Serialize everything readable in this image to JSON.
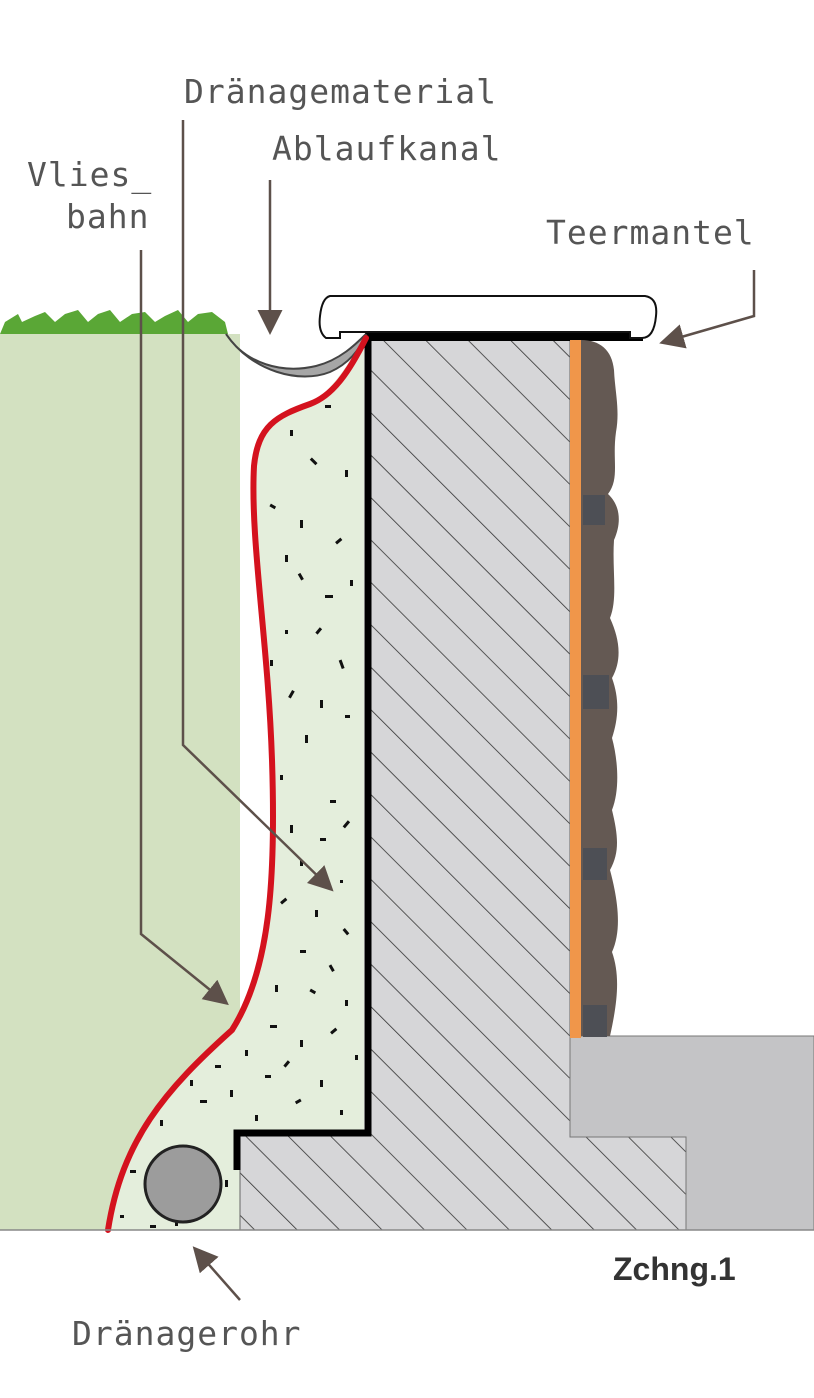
{
  "labels": {
    "drainage_material": "Dränagematerial",
    "drain_channel": "Ablaufkanal",
    "fleece_line1": "Vlies_",
    "fleece_line2": "bahn",
    "tar_coating": "Teermantel",
    "drain_pipe": "Dränagerohr",
    "figure_number": "Zchng.1"
  },
  "colors": {
    "grass": "#5aa736",
    "soil": "#d3e1c1",
    "drain_fill": "#e4eedc",
    "fleece": "#d4121e",
    "concrete": "#d6d6d8",
    "hatch": "#333333",
    "foundation_block": "#c4c4c6",
    "tar_layer": "#f0964a",
    "stone_wall": "#645953",
    "stone_gap": "#4d4f55",
    "pipe": "#9c9c9c",
    "channel": "#a6a6a6",
    "arrow": "#5d504a",
    "label_text": "#555555",
    "caption_text": "#333333"
  },
  "icons": [
    "arrow-icon"
  ]
}
